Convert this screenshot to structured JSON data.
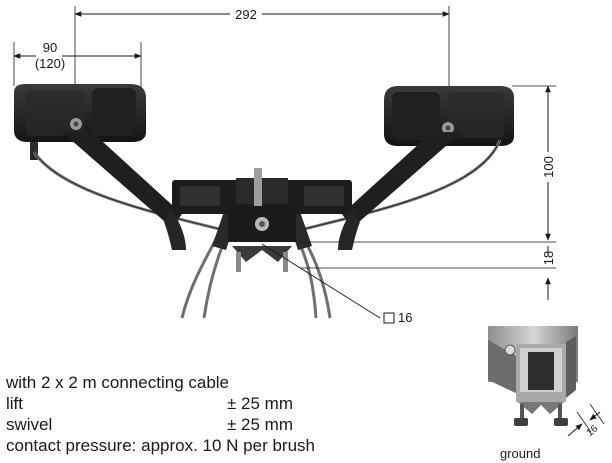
{
  "dimensions": {
    "total_width": "292",
    "brush_width": "90",
    "brush_width_alt": "(120)",
    "height": "100",
    "offset": "18",
    "square": "16",
    "ground_dim": "16"
  },
  "labels": {
    "ground": "ground"
  },
  "specs": {
    "cable": "with 2 x 2 m connecting cable",
    "lift_label": "lift",
    "lift_value": "± 25 mm",
    "swivel_label": "swivel",
    "swivel_value": "± 25 mm",
    "pressure": "contact pressure: approx. 10 N per brush"
  }
}
